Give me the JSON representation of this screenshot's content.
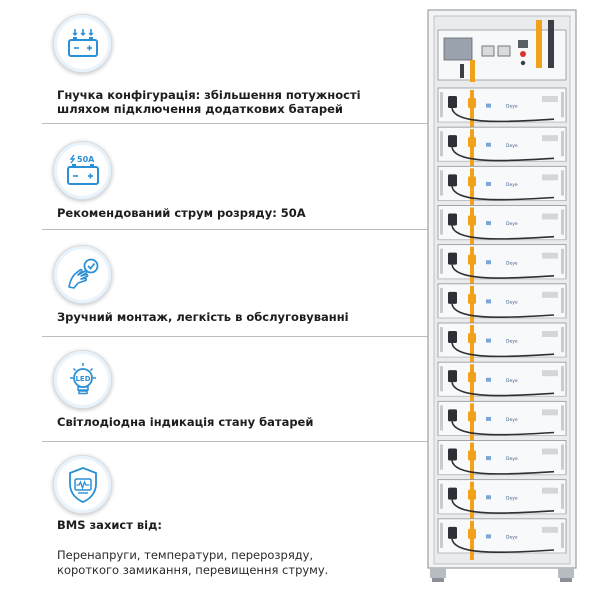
{
  "features": [
    {
      "title": "Гнучка конфігурація: збільшення потужності шляхом підключення додаткових батарей",
      "icon": "battery-expand-icon"
    },
    {
      "title": "Рекомендований струм розряду: 50A",
      "icon": "battery-50a-icon",
      "icon_label": "50A"
    },
    {
      "title": "Зручний монтаж, легкість в обслуговуванні",
      "icon": "hand-check-icon"
    },
    {
      "title": "Світлодіодна індикація стану батарей",
      "icon": "led-bulb-icon",
      "icon_label": "LED"
    },
    {
      "title": "BMS захист від:",
      "description": "Перенапруги, температури, перерозряду, короткого замикання, перевищення струму.",
      "icon": "bms-shield-icon"
    }
  ],
  "rack": {
    "module_label": "Deye",
    "module_count": 12
  },
  "colors": {
    "accent_blue": "#2b8fd6",
    "cable_orange": "#f2a21a",
    "divider": "#bdbdbd"
  }
}
